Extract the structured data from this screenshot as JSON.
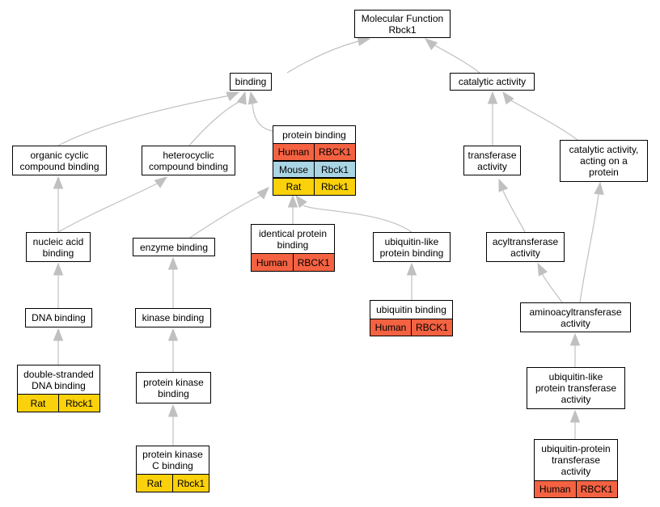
{
  "nodes": {
    "root": "Molecular Function\nRbck1",
    "binding": "binding",
    "catalytic": "catalytic activity",
    "protein_binding": "protein binding",
    "organic_cyclic": "organic cyclic\ncompound binding",
    "heterocyclic": "heterocyclic\ncompound binding",
    "transferase": "transferase\nactivity",
    "catalytic_protein": "catalytic activity,\nacting on a\nprotein",
    "nucleic_acid": "nucleic acid\nbinding",
    "enzyme_binding": "enzyme binding",
    "identical_protein": "identical protein\nbinding",
    "ubl_binding": "ubiquitin-like\nprotein binding",
    "acyltransferase": "acyltransferase\nactivity",
    "dna_binding": "DNA binding",
    "kinase_binding": "kinase binding",
    "ubiquitin_binding": "ubiquitin binding",
    "aminoacyltransferase": "aminoacyltransferase\nactivity",
    "ds_dna": "double-stranded\nDNA binding",
    "pk_binding": "protein kinase\nbinding",
    "ubl_transferase": "ubiquitin-like\nprotein transferase\nactivity",
    "pkc_binding": "protein kinase\nC binding",
    "ub_transferase": "ubiquitin-protein\ntransferase\nactivity"
  },
  "annotations": {
    "protein_binding": [
      {
        "species": "Human",
        "gene": "RBCK1"
      },
      {
        "species": "Mouse",
        "gene": "Rbck1"
      },
      {
        "species": "Rat",
        "gene": "Rbck1"
      }
    ],
    "identical_protein": [
      {
        "species": "Human",
        "gene": "RBCK1"
      }
    ],
    "ubiquitin_binding": [
      {
        "species": "Human",
        "gene": "RBCK1"
      }
    ],
    "ds_dna": [
      {
        "species": "Rat",
        "gene": "Rbck1"
      }
    ],
    "pkc_binding": [
      {
        "species": "Rat",
        "gene": "Rbck1"
      }
    ],
    "ub_transferase": [
      {
        "species": "Human",
        "gene": "RBCK1"
      }
    ]
  },
  "colors": {
    "Human": "#f46242",
    "Mouse": "#a9d5e4",
    "Rat": "#fad10a",
    "edge": "#c0c0c0"
  }
}
